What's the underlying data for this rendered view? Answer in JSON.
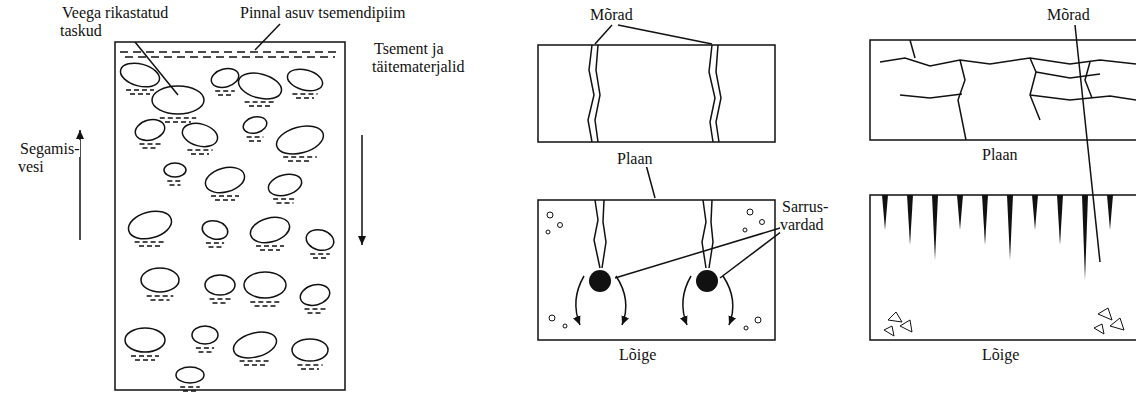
{
  "diagram": {
    "labels": [
      "Veega rikastatud taskud",
      "Pinnal asuv tsemendipiim",
      "Segamis- vesi",
      "Tsement ja täitematerjalid",
      "Mõrad",
      "Plaan",
      "Sarrus- vardad",
      "Lõige",
      "Mõrad",
      "Plaan",
      "Lõige"
    ]
  }
}
